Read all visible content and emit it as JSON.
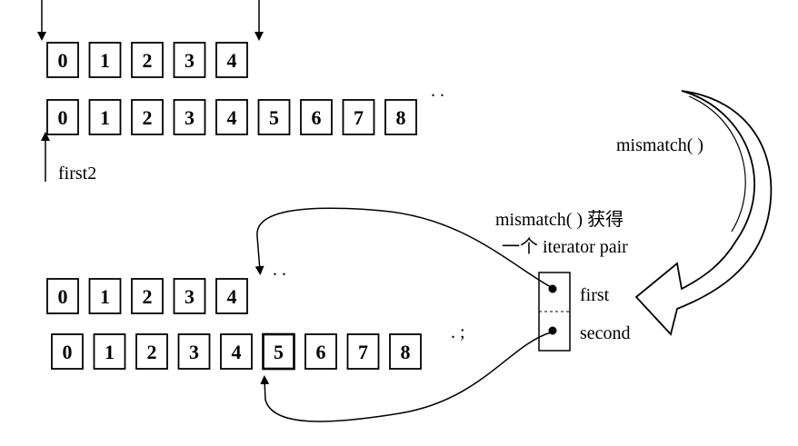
{
  "arrays": {
    "top_first": [
      "0",
      "1",
      "2",
      "3",
      "4"
    ],
    "top_second": [
      "0",
      "1",
      "2",
      "3",
      "4",
      "5",
      "6",
      "7",
      "8"
    ],
    "bottom_first": [
      "0",
      "1",
      "2",
      "3",
      "4"
    ],
    "bottom_second": [
      "0",
      "1",
      "2",
      "3",
      "4",
      "5",
      "6",
      "7",
      "8"
    ]
  },
  "labels": {
    "first2": "first2",
    "mismatch_call": "mismatch( )",
    "result_line1": "mismatch( ) 获得",
    "result_line2": "一个 iterator pair",
    "pair_first": "first",
    "pair_second": "second"
  }
}
